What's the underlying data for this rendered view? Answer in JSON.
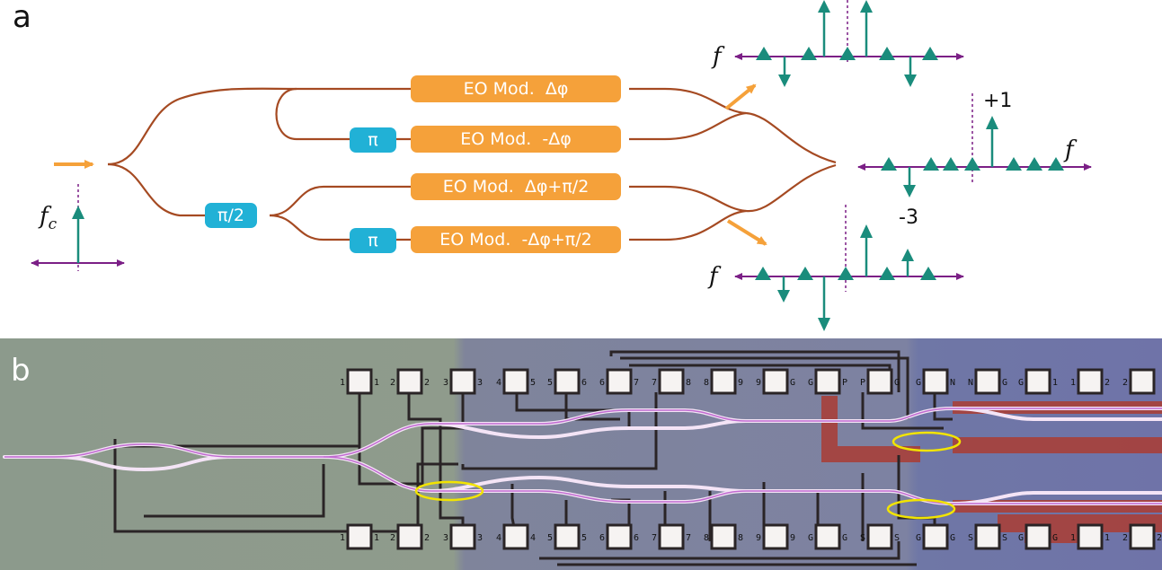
{
  "panels": {
    "a": "a",
    "b": "b"
  },
  "modulators": {
    "m1": "EO Mod.  Δφ",
    "m2": "EO Mod.  -Δφ",
    "m3": "EO Mod.  Δφ+π/2",
    "m4": "EO Mod.  -Δφ+π/2"
  },
  "phase_shifters": {
    "p1": "π",
    "p2": "π/2",
    "p3": "π"
  },
  "spectra": {
    "input_label": "f",
    "input_sub": "c",
    "freq_label": "f",
    "plus_one": "+1",
    "minus_three": "-3"
  },
  "chip": {
    "top_pad_labels": [
      "1",
      "1",
      "2",
      "2",
      "3",
      "3",
      "4",
      "5",
      "5",
      "6",
      "6",
      "7",
      "7",
      "8",
      "8",
      "9",
      "9",
      "G",
      "G",
      "P",
      "P",
      "G",
      "G",
      "N",
      "N",
      "G",
      "G",
      "1",
      "1",
      "2",
      "2"
    ],
    "bottom_pad_labels": [
      "1",
      "1",
      "2",
      "2",
      "3",
      "3",
      "4",
      "4",
      "5",
      "5",
      "6",
      "6",
      "7",
      "7",
      "8",
      "8",
      "9",
      "9",
      "G",
      "G",
      "S",
      "S",
      "G",
      "G",
      "S",
      "S",
      "G",
      "G",
      "1",
      "1",
      "2",
      "2"
    ]
  },
  "colors": {
    "waveguide": "#a54a22",
    "arrow_orange": "#f5a13a",
    "modulator": "#f5a13a",
    "phase_shifter": "#21b1d6",
    "spectrum_axis": "#7b1f86",
    "spectrum_line": "#1a8c7c",
    "highlight_ellipse": "#f2e400"
  }
}
